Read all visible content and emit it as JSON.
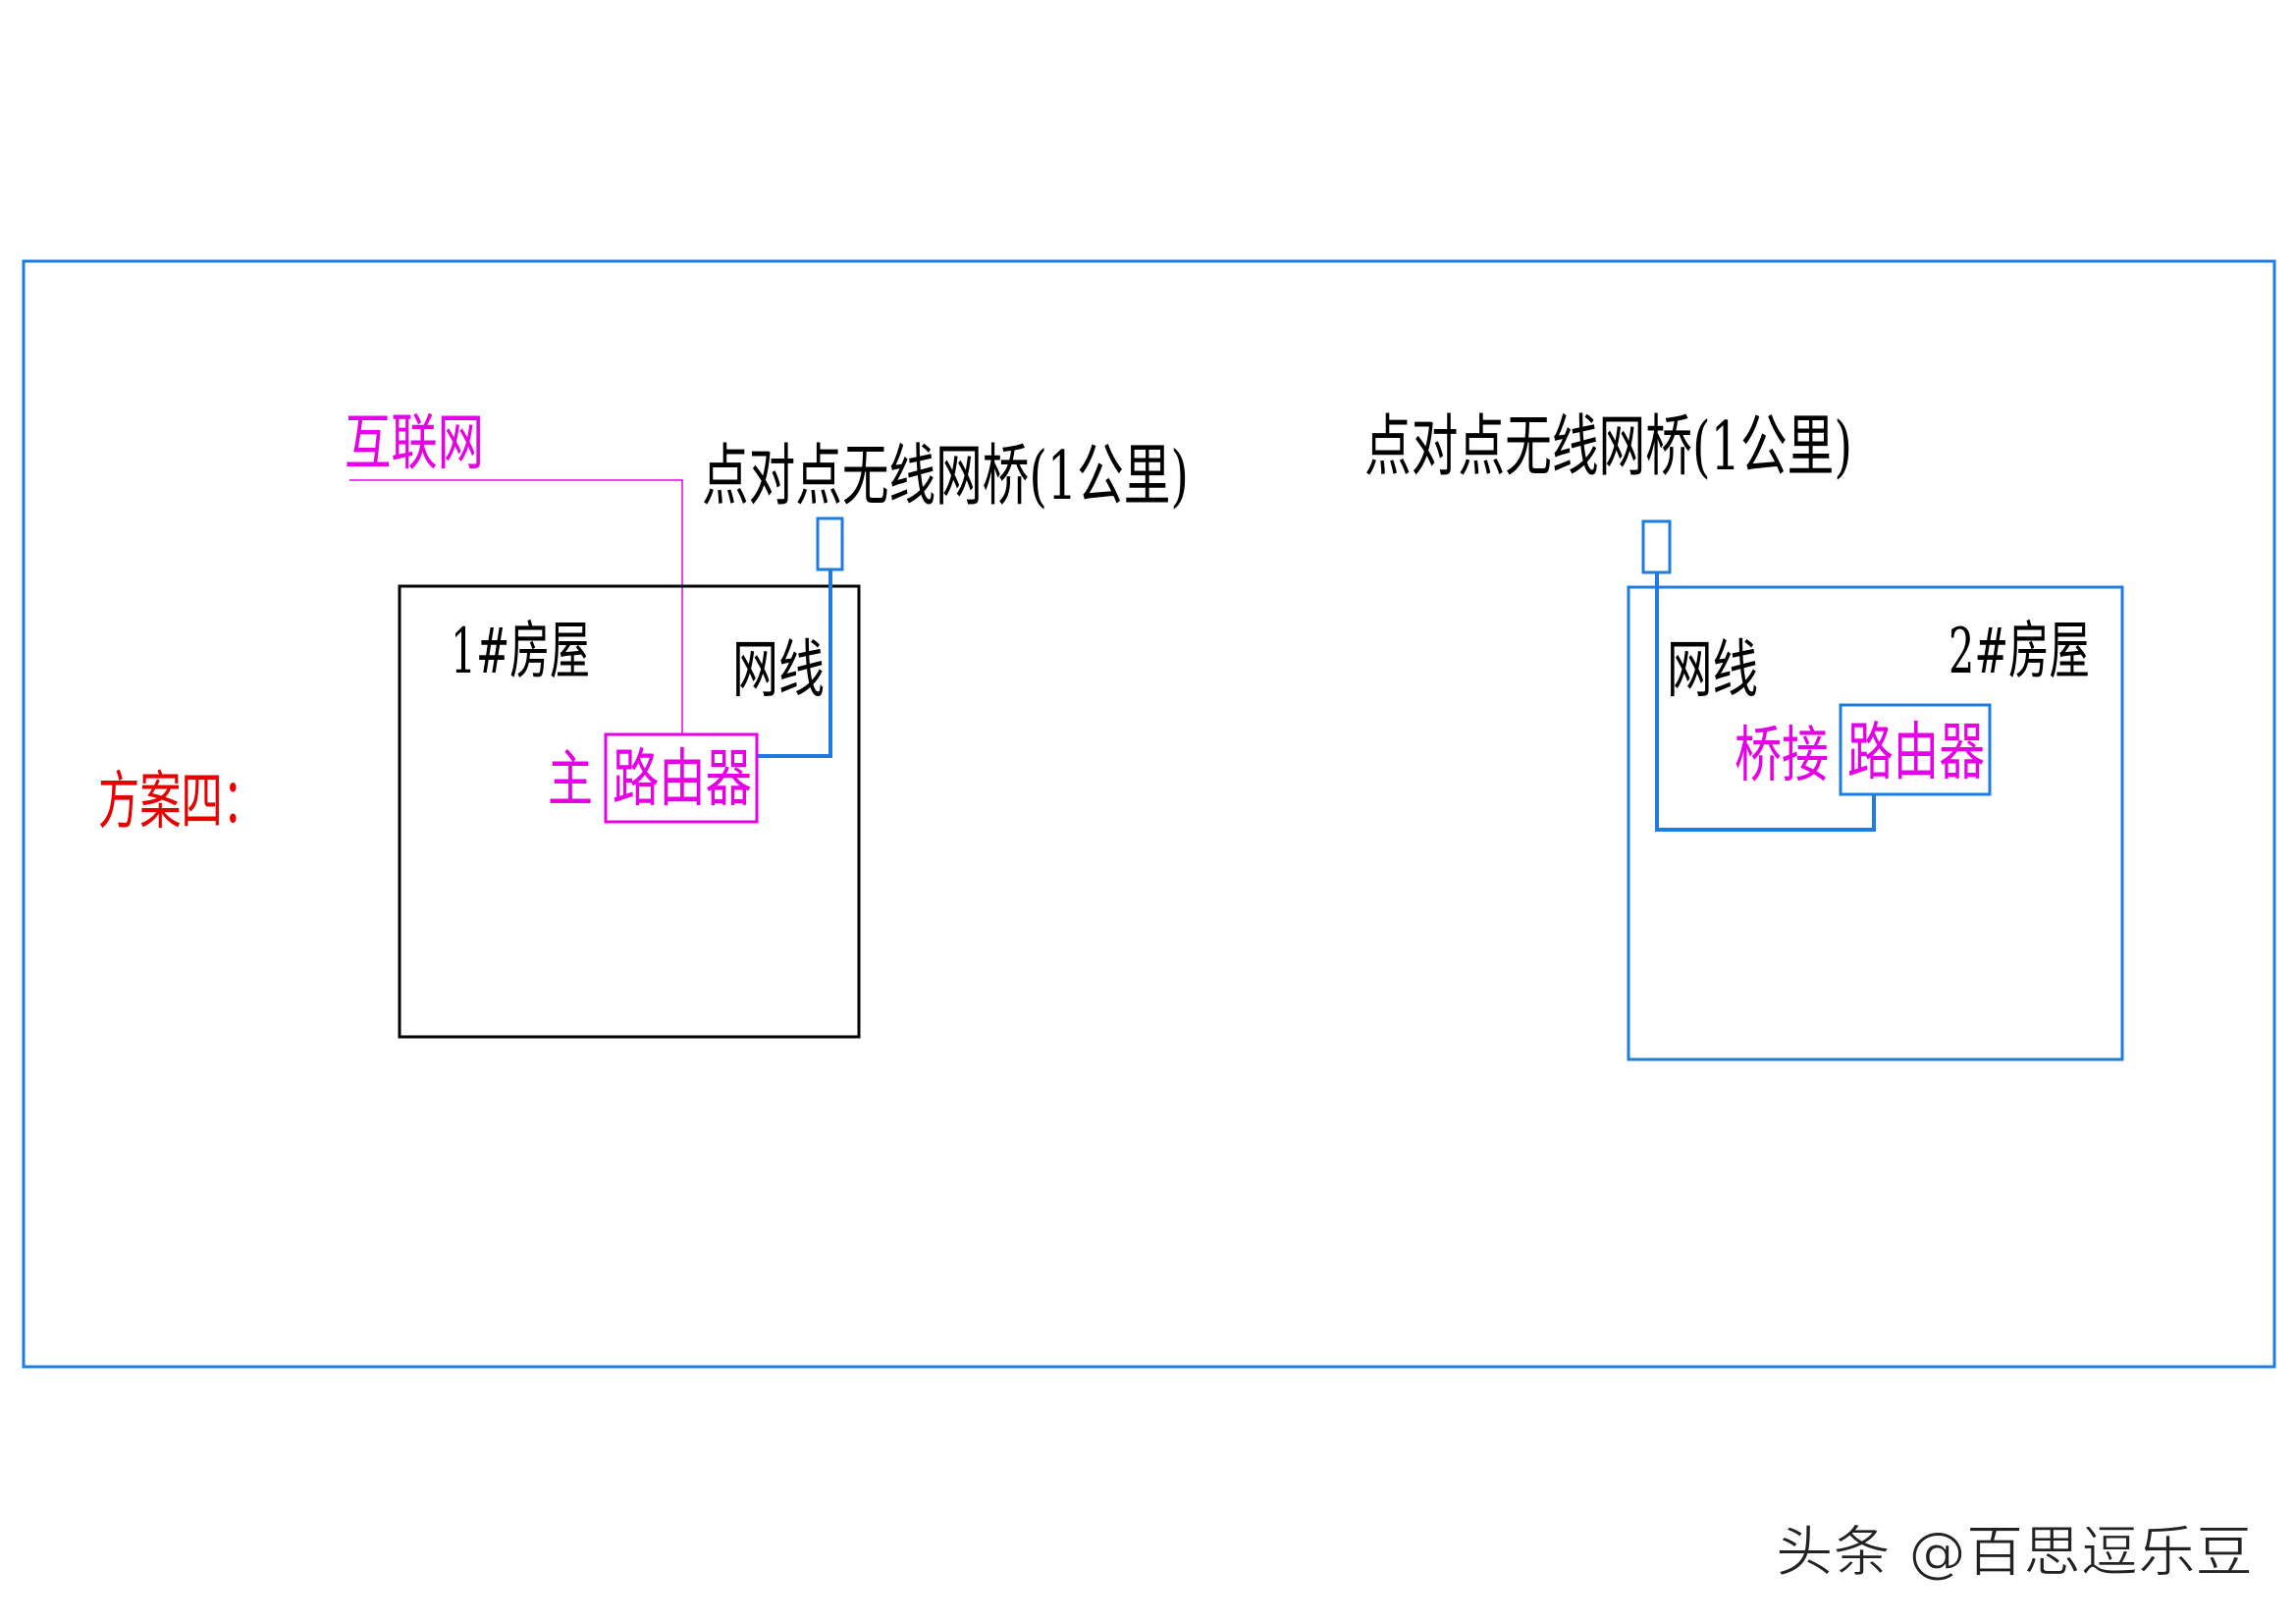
{
  "scheme_label": "方案四：",
  "internet_label": "互联网",
  "left": {
    "bridge_title": "点对点无线网桥(1公里)",
    "house_label": "1#房屋",
    "cable_label": "网线",
    "router_prefix": "主",
    "router_label": "路由器"
  },
  "right": {
    "bridge_title": "点对点无线网桥(1公里)",
    "house_label": "2#房屋",
    "cable_label": "网线",
    "router_prefix": "桥接",
    "router_label": "路由器"
  },
  "watermark": "头条 @百思逗乐豆",
  "colors": {
    "frame": "#1e7be0",
    "magenta": "#e600e6",
    "red": "#e60000",
    "black": "#000000"
  }
}
